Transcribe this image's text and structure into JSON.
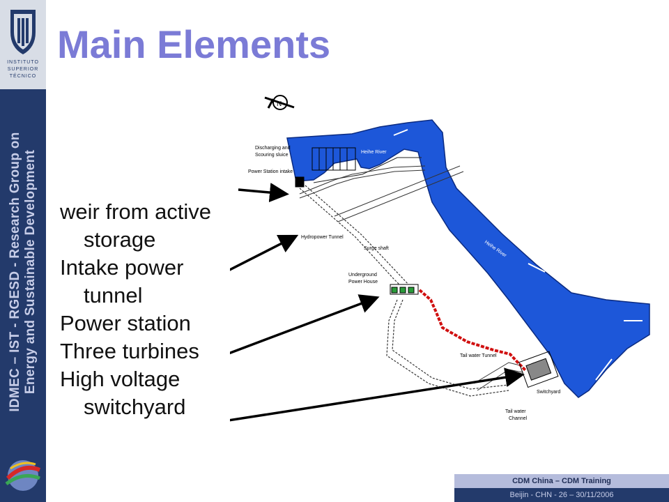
{
  "sidebar": {
    "logo_lines": [
      "INSTITUTO",
      "SUPERIOR",
      "TÉCNICO"
    ],
    "vertical_lines": [
      "IDMEC – IST - RGESD - Research Group on",
      "Energy and Sustainable Development"
    ]
  },
  "title": "Main Elements",
  "bullets": [
    {
      "lines": [
        "weir from active",
        "storage"
      ]
    },
    {
      "lines": [
        "Intake power",
        "tunnel"
      ]
    },
    {
      "lines": [
        "Power station"
      ]
    },
    {
      "lines": [
        "Three turbines"
      ]
    },
    {
      "lines": [
        "High voltage",
        "switchyard"
      ]
    }
  ],
  "diagram": {
    "labels": {
      "north": "N",
      "discharging": "Discharging and",
      "scouring": "Scouring sluice",
      "intake": "Power Station intake",
      "heihe_top": "Heihe River",
      "heihe_mid": "Heihe River",
      "hydropower_tunnel": "Hydropower Tunnel",
      "surge": "Surge shaft",
      "underground1": "Underground",
      "underground2": "Power House",
      "tailwater_tunnel": "Tail water Tunnel",
      "tailwater_ch1": "Tail water",
      "tailwater_ch2": "Channel",
      "switchyard": "Switchyard"
    },
    "colors": {
      "river": "#1d57d9",
      "cable": "#d01010",
      "line": "#222222"
    }
  },
  "footer": {
    "line1": "CDM China – CDM Training",
    "line2": "Beijin - CHN  -  26 – 30/11/2006"
  }
}
